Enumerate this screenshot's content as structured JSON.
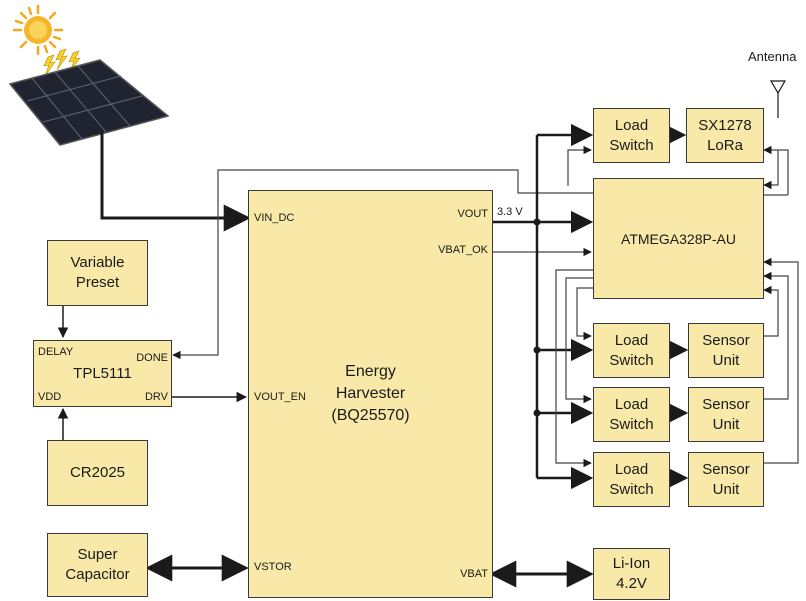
{
  "antenna_label": "Antenna",
  "blocks": {
    "variable_preset": [
      "Variable",
      "Preset"
    ],
    "tpl5111": {
      "name": "TPL5111",
      "pins": {
        "delay": "DELAY",
        "done": "DONE",
        "vdd": "VDD",
        "drv": "DRV"
      }
    },
    "cr2025": [
      "CR2025"
    ],
    "super_capacitor": [
      "Super",
      "Capacitor"
    ],
    "energy_harvester": {
      "name": [
        "Energy",
        "Harvester",
        "(BQ25570)"
      ],
      "pins": {
        "vin_dc": "VIN_DC",
        "vout_en": "VOUT_EN",
        "vstor": "VSTOR",
        "vout": "VOUT",
        "vbat_ok": "VBAT_OK",
        "vbat": "VBAT"
      }
    },
    "vout_voltage": "3.3 V",
    "mcu": "ATMEGA328P-AU",
    "lora": [
      "SX1278",
      "LoRa"
    ],
    "load_switch": [
      "Load",
      "Switch"
    ],
    "sensor_unit": [
      "Sensor",
      "Unit"
    ],
    "li_ion": [
      "Li-Ion",
      "4.2V"
    ]
  },
  "colors": {
    "block_fill": "#f9e9a8",
    "block_border": "#3a3a3a",
    "wire": "#1a1a1a",
    "panel": "#1f2430",
    "sun": "#f6a81e"
  },
  "icons": [
    "sun-icon",
    "solar-panel-icon",
    "antenna-icon"
  ]
}
